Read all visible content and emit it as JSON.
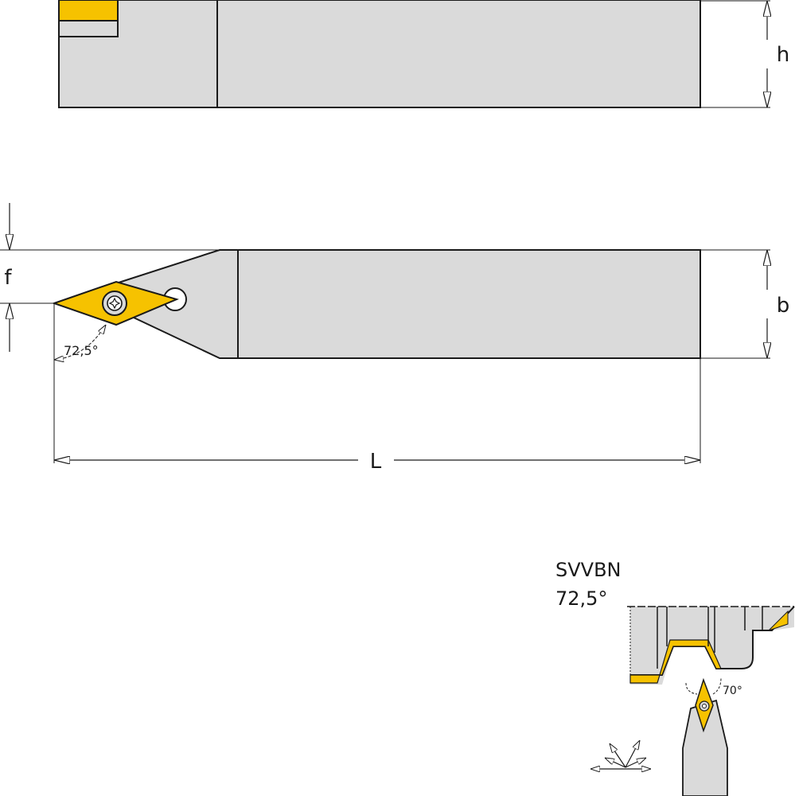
{
  "colors": {
    "body": "#dadada",
    "body_dark": "#c8c8c8",
    "insert": "#f6c200",
    "line": "#1a1a1a"
  },
  "top_view": {
    "height_label": "h"
  },
  "side_view": {
    "offset_label": "f",
    "width_label": "b",
    "length_label": "L",
    "angle_label": "72,5°"
  },
  "detail": {
    "designation": "SVVBN",
    "angle": "72,5°",
    "insert_angle": "70°"
  }
}
